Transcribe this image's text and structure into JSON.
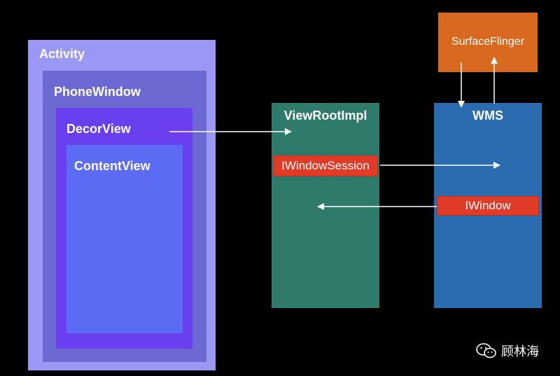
{
  "nodes": {
    "activity": "Activity",
    "phone_window": "PhoneWindow",
    "decor_view": "DecorView",
    "content_view": "ContentView",
    "view_root_impl": "ViewRootImpl",
    "wms": "WMS",
    "surface_flinger": "SurfaceFlinger",
    "iwindow_session": "IWindowSession",
    "iwindow": "IWindow"
  },
  "edges": [
    {
      "from": "DecorView",
      "to": "ViewRootImpl"
    },
    {
      "from": "IWindowSession",
      "to": "WMS"
    },
    {
      "from": "IWindow",
      "to": "ViewRootImpl"
    },
    {
      "from": "SurfaceFlinger",
      "to": "WMS"
    },
    {
      "from": "WMS",
      "to": "SurfaceFlinger"
    }
  ],
  "colors": {
    "background": "#000000",
    "activity": "#9a97f5",
    "phone_window": "#6d69d2",
    "decor_view": "#6a3ff0",
    "content_view": "#5c6bf3",
    "view_root_impl": "#2e7a6b",
    "wms": "#2b6bb0",
    "surface_flinger": "#d9691f",
    "interface_bar": "#e03b27",
    "arrow": "#ffffff"
  },
  "watermark": {
    "icon": "wechat-icon",
    "text": "顾林海"
  }
}
